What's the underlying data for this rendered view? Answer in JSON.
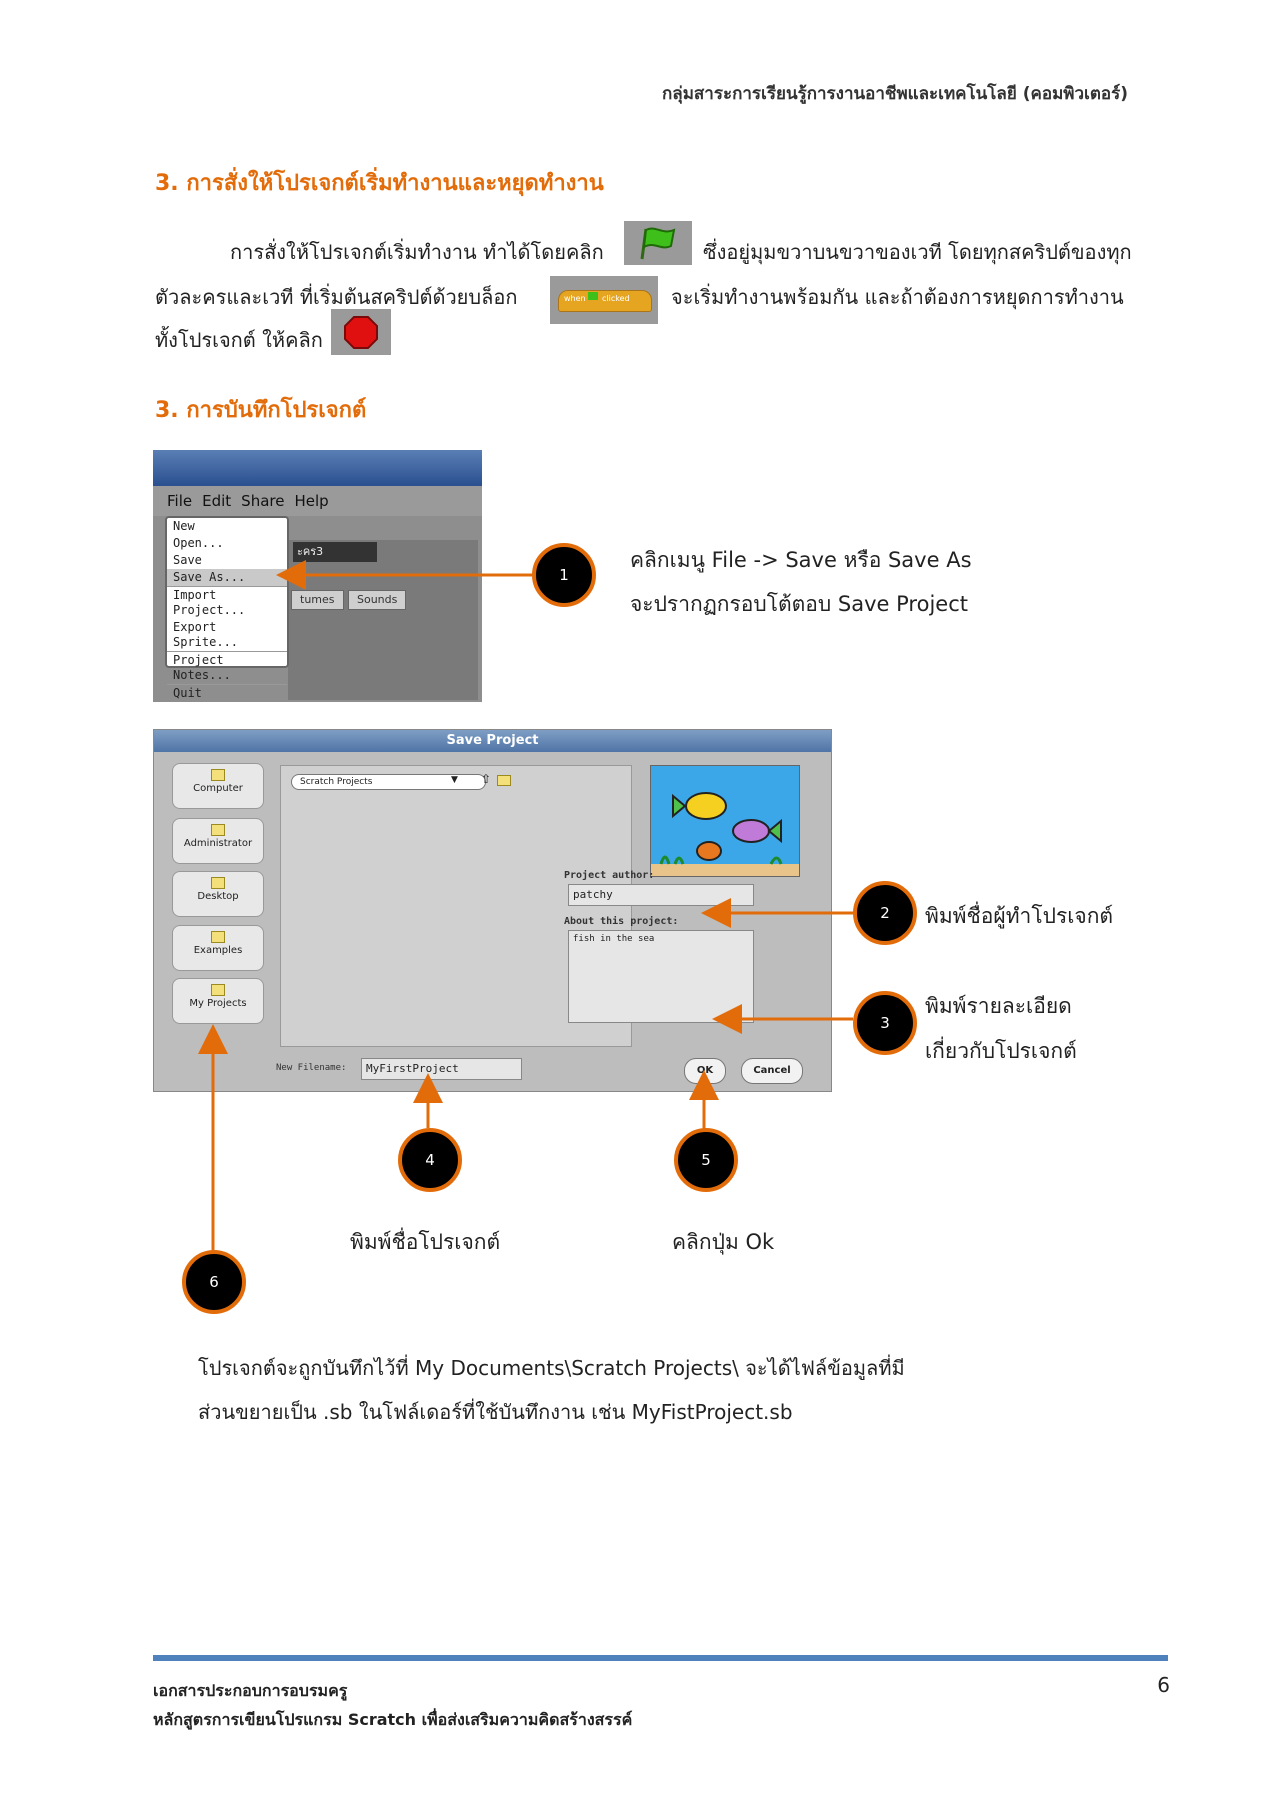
{
  "header": {
    "text": "กลุ่มสาระการเรียนรู้การงานอาชีพและเทคโนโลยี (คอมพิวเตอร์)"
  },
  "sections": {
    "start_title": "3. การสั่งให้โปรเจกต์เริ่มทำงานและหยุดทำงาน",
    "p1a": "การสั่งให้โปรเจกต์เริ่มทำงาน ทำได้โดยคลิก",
    "p1b": "ซึ่งอยู่มุมขวาบนขวาของเวที  โดยทุกสคริปต์ของทุก",
    "p2a": "ตัวละครและเวที  ที่เริ่มต้นสคริปต์ด้วยบล็อก",
    "p2b": "จะเริ่มทำงานพร้อมกัน  และถ้าต้องการหยุดการทำงาน",
    "p3a": "ทั้งโปรเจกต์ ให้คลิก",
    "save_title": "3. การบันทึกโปรเจกต์"
  },
  "icons": {
    "green_flag": "green-flag-icon",
    "stop": "stop-sign-icon",
    "hat_block": "when-flag-clicked-block"
  },
  "hat_block": {
    "left": "when",
    "right": "clicked"
  },
  "menu_shot": {
    "menubar": [
      "File",
      "Edit",
      "Share",
      "Help"
    ],
    "items": [
      "New",
      "Open...",
      "Save",
      "Save As...",
      "Import Project...",
      "Export Sprite...",
      "Project Notes...",
      "Quit"
    ],
    "sprite_name": "ะคร3",
    "tabs": [
      "tumes",
      "Sounds"
    ]
  },
  "dialog": {
    "title": "Save Project",
    "places": [
      "Computer",
      "Administrator",
      "Desktop",
      "Examples",
      "My Projects"
    ],
    "folder": "Scratch Projects",
    "author_label": "Project author:",
    "author_value": "patchy",
    "about_label": "About this project:",
    "about_value": "fish in the sea",
    "filename_label": "New Filename:",
    "filename_value": "MyFirstProject",
    "ok": "OK",
    "cancel": "Cancel"
  },
  "callouts": {
    "c1": "1",
    "c2": "2",
    "c3": "3",
    "c4": "4",
    "c5": "5",
    "c6": "6",
    "n1a": "คลิกเมนู File -> Save  หรือ  Save As",
    "n1b": "จะปรากฏกรอบโต้ตอบ Save Project",
    "n2": "พิมพ์ชื่อผู้ทำโปรเจกต์",
    "n3a": "พิมพ์รายละเอียด",
    "n3b": "เกี่ยวกับโปรเจกต์",
    "n4": "พิมพ์ชื่อโปรเจกต์",
    "n5": "คลิกปุ่ม Ok"
  },
  "closing": {
    "l1": "โปรเจกต์จะถูกบันทึกไว้ที่ My Documents\\Scratch Projects\\  จะได้ไฟล์ข้อมูลที่มี",
    "l2": "ส่วนขยายเป็น .sb  ในโฟล์เดอร์ที่ใช้บันทึกงาน เช่น MyFistProject.sb"
  },
  "footer": {
    "l1": "เอกสารประกอบการอบรมครู",
    "l2": "หลักสูตรการเขียนโปรแกรม Scratch เพื่อส่งเสริมความคิดสร้างสรรค์",
    "page": "6"
  },
  "colors": {
    "accent": "#e36c0a",
    "footer_rule": "#4f81bd"
  }
}
